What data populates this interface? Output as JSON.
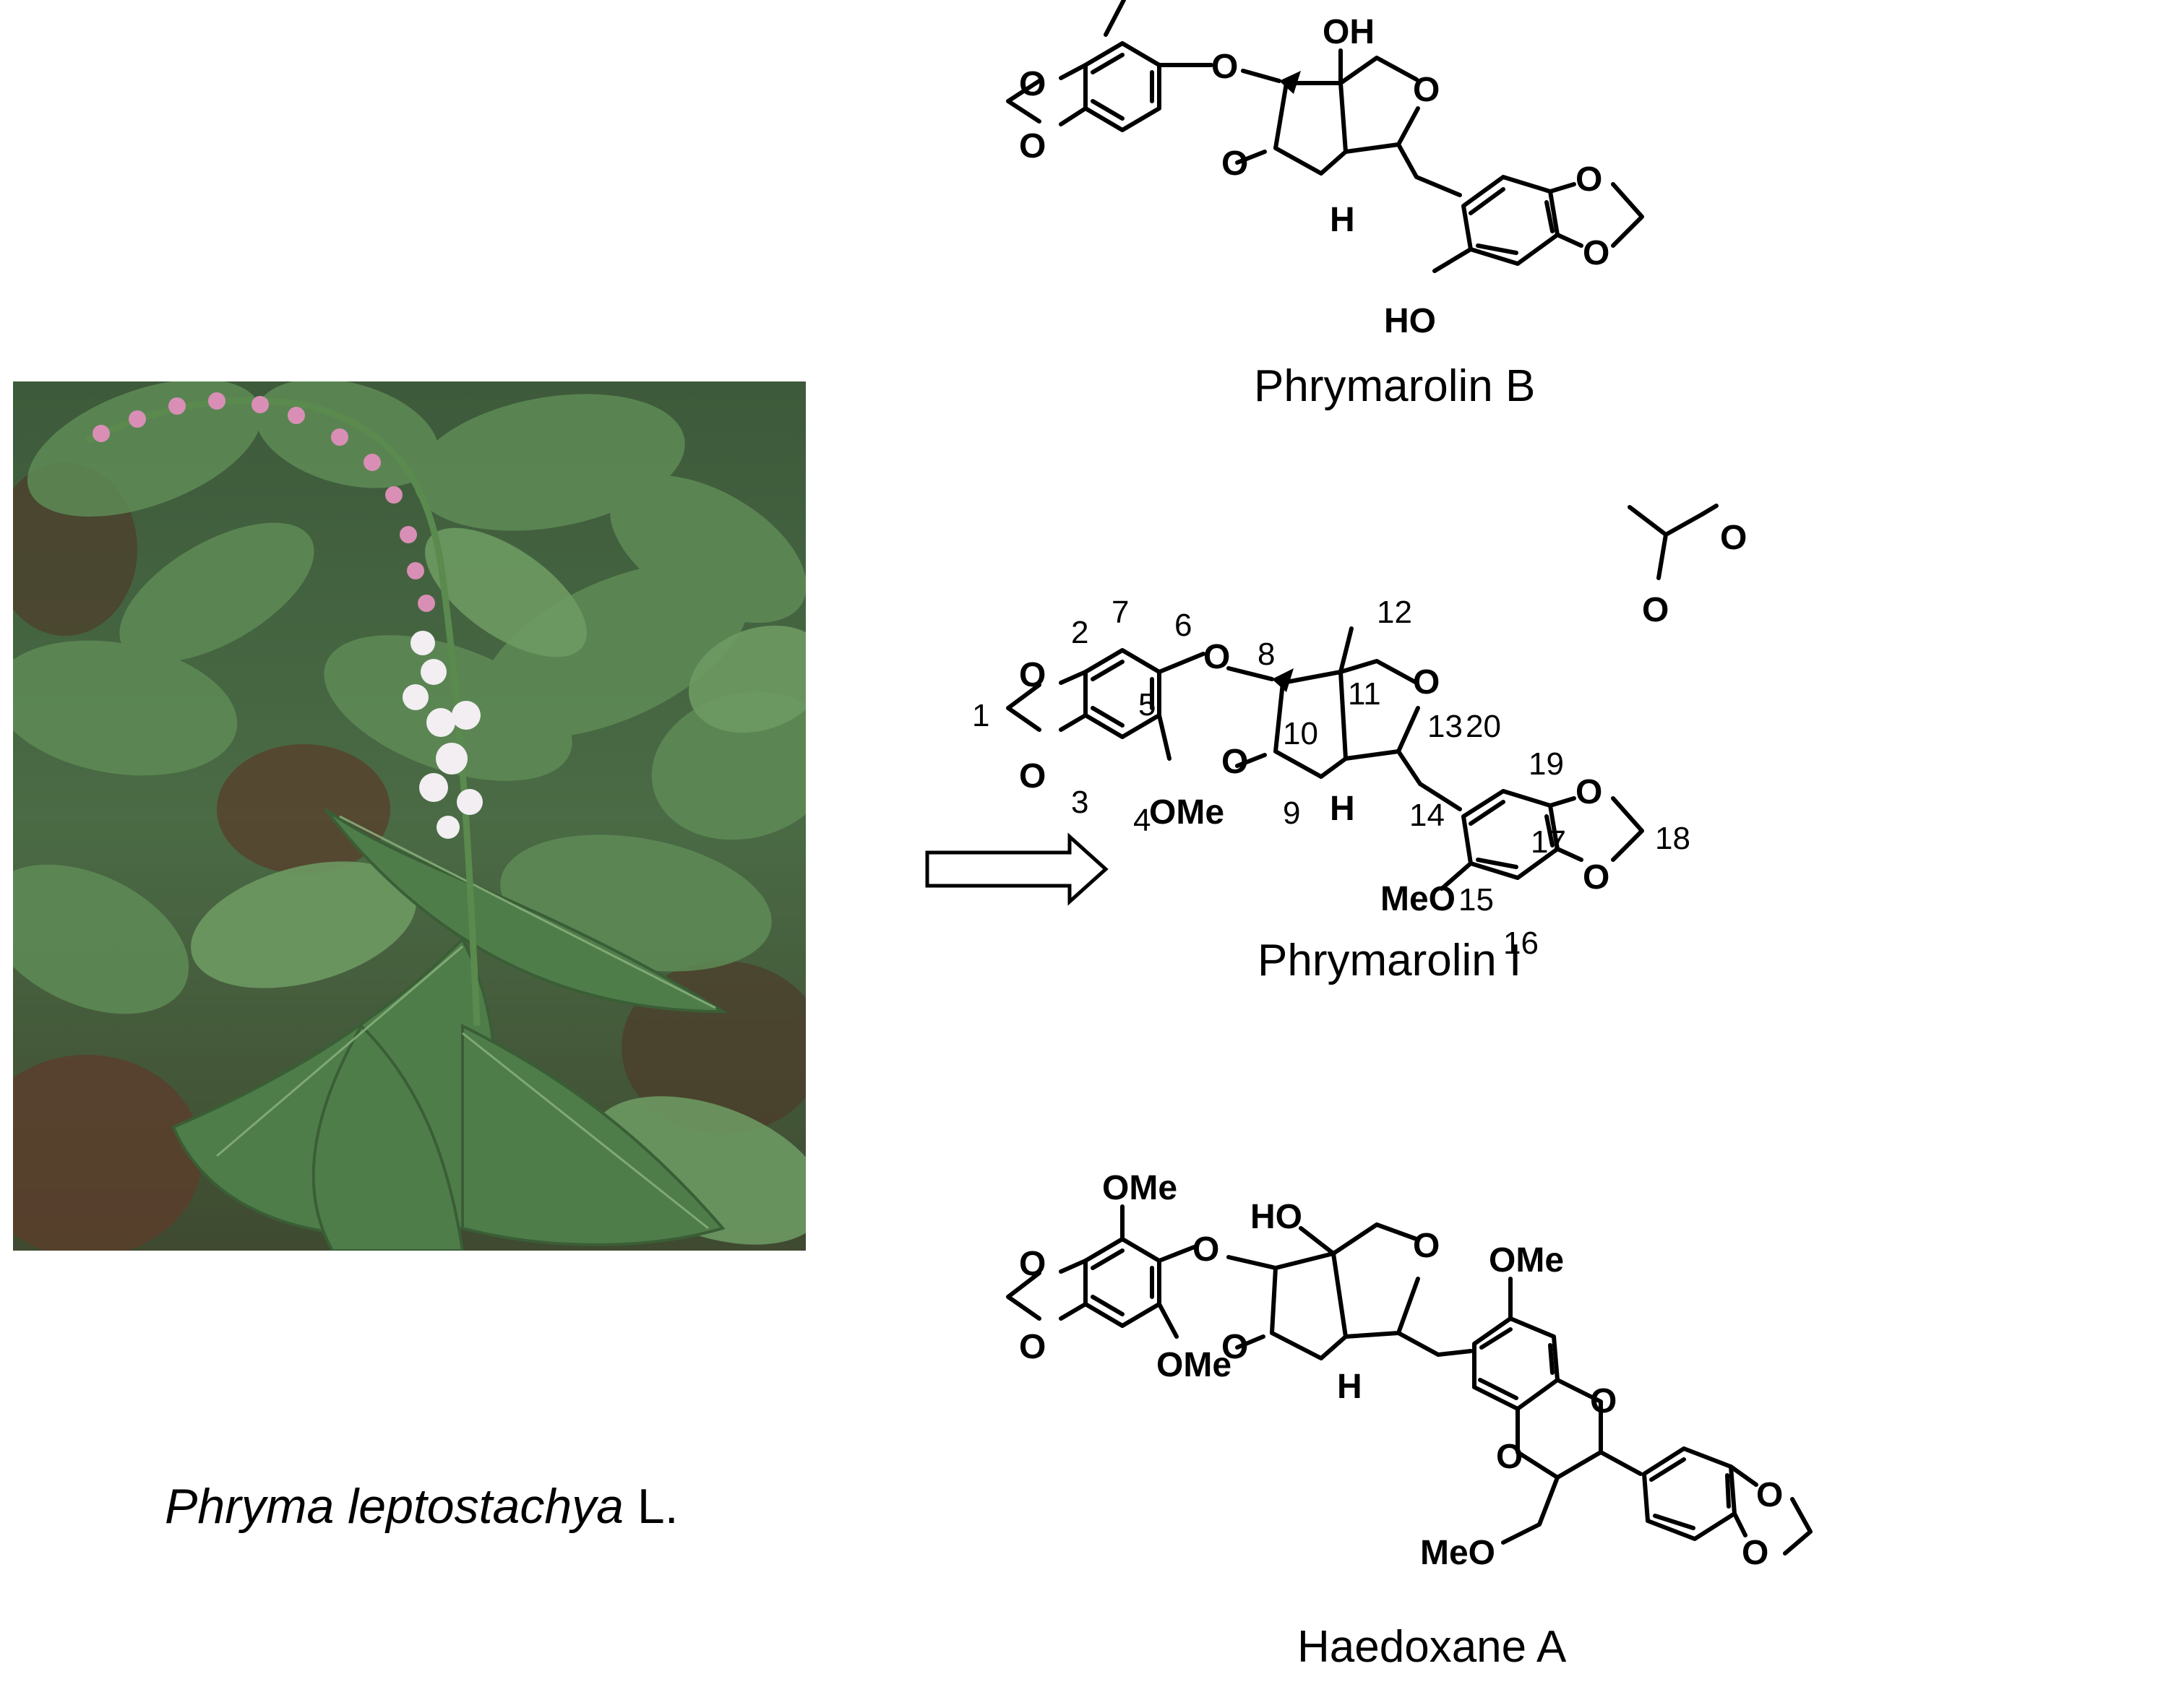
{
  "plant": {
    "photo_description_icon": "plant-photo",
    "caption_genus": "Phryma leptostachya",
    "caption_author": " L."
  },
  "arrow": {
    "icon": "right-arrow-icon"
  },
  "compounds": [
    {
      "name": "Phrymarolin B"
    },
    {
      "name": "Phrymarolin I"
    },
    {
      "name": "Haedoxane A"
    }
  ],
  "atoms": {
    "O": "O",
    "OH": "OH",
    "HO": "HO",
    "H": "H",
    "OMe": "OMe",
    "MeO": "MeO"
  },
  "numbering": [
    "1",
    "2",
    "3",
    "4",
    "5",
    "6",
    "7",
    "8",
    "9",
    "10",
    "11",
    "12",
    "13",
    "14",
    "15",
    "16",
    "17",
    "18",
    "19",
    "20"
  ],
  "colors": {
    "leaf_green": "#4f7d4a",
    "flower_pink": "#d98fb5",
    "background": "#ffffff"
  }
}
